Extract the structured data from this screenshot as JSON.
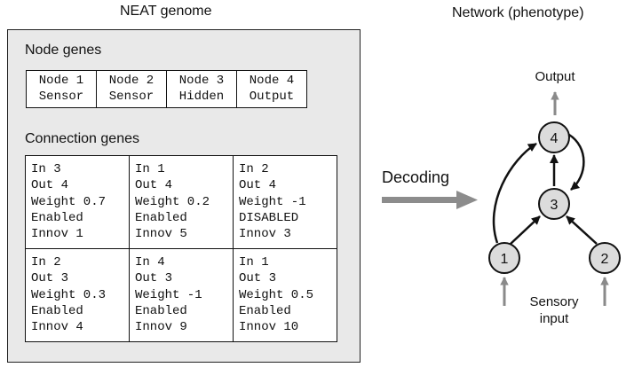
{
  "genome_title": "NEAT genome",
  "network_title": "Network (phenotype)",
  "node_genes": {
    "label": "Node genes",
    "nodes": [
      {
        "name": "Node 1",
        "type": "Sensor"
      },
      {
        "name": "Node 2",
        "type": "Sensor"
      },
      {
        "name": "Node 3",
        "type": "Hidden"
      },
      {
        "name": "Node 4",
        "type": "Output"
      }
    ]
  },
  "connection_genes": {
    "label": "Connection genes",
    "genes": [
      {
        "in": "In 3",
        "out": "Out 4",
        "weight": "Weight 0.7",
        "status": "Enabled",
        "innov": "Innov 1"
      },
      {
        "in": "In 1",
        "out": "Out 4",
        "weight": "Weight 0.2",
        "status": "Enabled",
        "innov": "Innov 5"
      },
      {
        "in": "In 2",
        "out": "Out 4",
        "weight": "Weight -1",
        "status": "DISABLED",
        "innov": "Innov 3"
      },
      {
        "in": "In 2",
        "out": "Out 3",
        "weight": "Weight 0.3",
        "status": "Enabled",
        "innov": "Innov 4"
      },
      {
        "in": "In 4",
        "out": "Out 3",
        "weight": "Weight -1",
        "status": "Enabled",
        "innov": "Innov 9"
      },
      {
        "in": "In 1",
        "out": "Out 3",
        "weight": "Weight 0.5",
        "status": "Enabled",
        "innov": "Innov 10"
      }
    ]
  },
  "decoding_label": "Decoding",
  "network": {
    "output_label": "Output",
    "sensory_label_line1": "Sensory",
    "sensory_label_line2": "input",
    "node_labels": {
      "n1": "1",
      "n2": "2",
      "n3": "3",
      "n4": "4"
    }
  },
  "colors": {
    "panel": "#e9e9e9",
    "node_fill": "#dcdcdc",
    "arrow_gray": "#8a8a8a",
    "decoding_arrow": "#8c8c8c"
  }
}
